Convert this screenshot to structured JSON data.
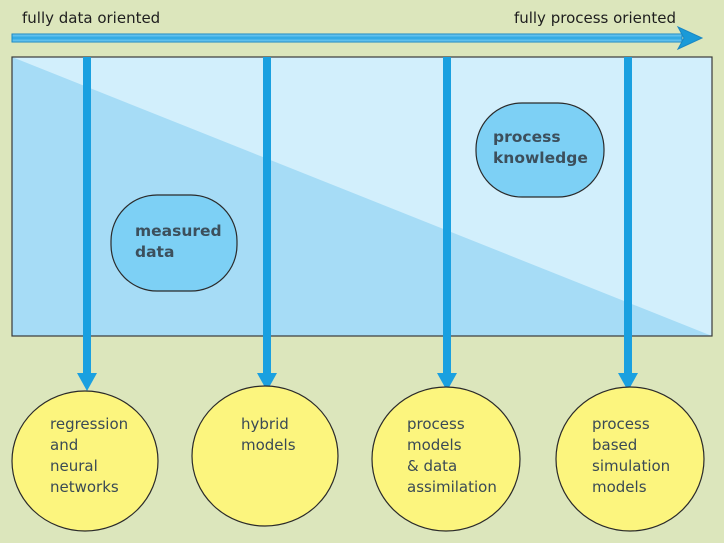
{
  "axis": {
    "left_label": "fully data oriented",
    "right_label": "fully process oriented"
  },
  "inputs": {
    "measured": [
      "measured",
      "data"
    ],
    "process": [
      "process",
      "knowledge"
    ]
  },
  "models": [
    {
      "lines": [
        "regression",
        "and",
        "neural",
        "networks"
      ]
    },
    {
      "lines": [
        "hybrid",
        "models"
      ]
    },
    {
      "lines": [
        "process",
        "models",
        "& data",
        "assimilation"
      ]
    },
    {
      "lines": [
        "process",
        "based",
        "simulation",
        "models"
      ]
    }
  ],
  "colors": {
    "background": "#dce6bc",
    "panel_light": "#d2effc",
    "panel_dark": "#a6dcf6",
    "arrow": "#1aa0e0",
    "input_blob": "#7dd0f5",
    "model_circle": "#fcf57e"
  }
}
